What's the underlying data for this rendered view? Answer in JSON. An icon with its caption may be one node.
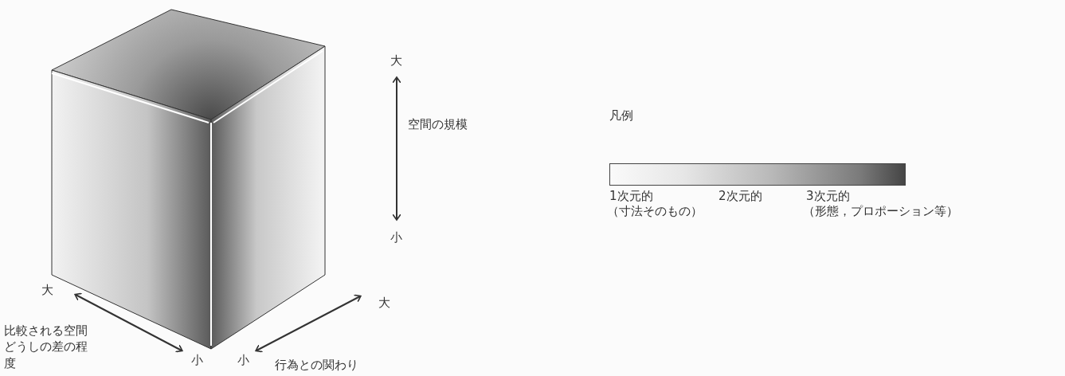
{
  "diagram": {
    "nodes": [
      {
        "text": [],
        "shape": "bar"
      }
    ],
    "labels": [
      "大",
      "凡例",
      "空間の規模",
      "1次元的",
      "2次元的",
      "3次元的",
      "（寸法そのもの）",
      "（形態，プロポーション等）",
      "小",
      "大",
      "大",
      "比較される空間どうしの差の程度",
      "小",
      "小",
      "行為との関わり"
    ]
  }
}
